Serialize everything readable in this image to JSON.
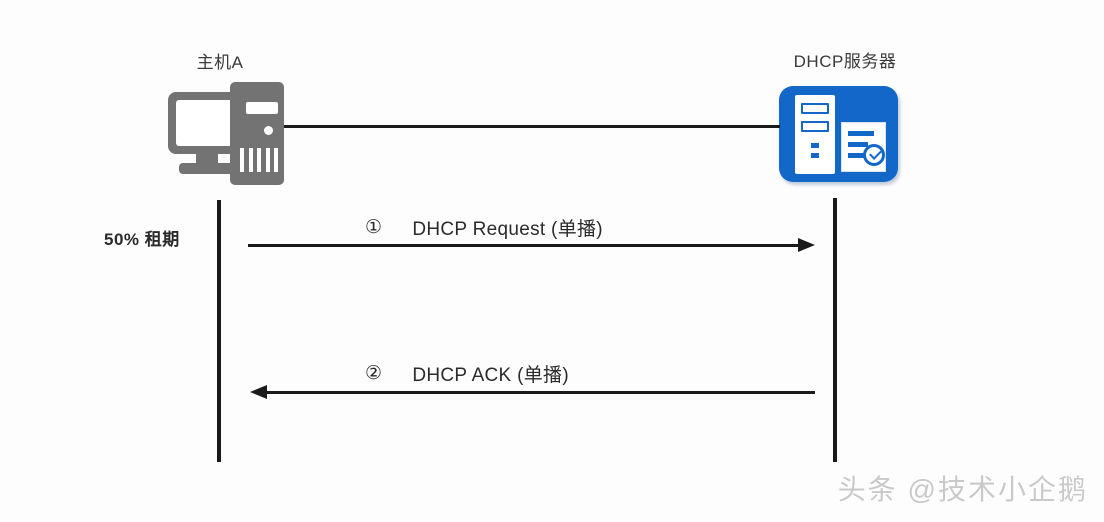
{
  "diagram": {
    "background_color": "#fdfdfd",
    "nodes": [
      {
        "id": "host",
        "label": "主机A",
        "icon": "desktop-computer-icon",
        "color": "#737373"
      },
      {
        "id": "server",
        "label": "DHCP服务器",
        "icon": "dhcp-server-icon",
        "color": "#1267c8"
      }
    ],
    "annotation": {
      "lease_note": "50% 租期"
    },
    "messages": [
      {
        "number": "①",
        "label": "DHCP Request (单播)",
        "direction": "host-to-server"
      },
      {
        "number": "②",
        "label": "DHCP ACK (单播)",
        "direction": "server-to-host"
      }
    ],
    "watermark": "头条 @技术小企鹅"
  }
}
